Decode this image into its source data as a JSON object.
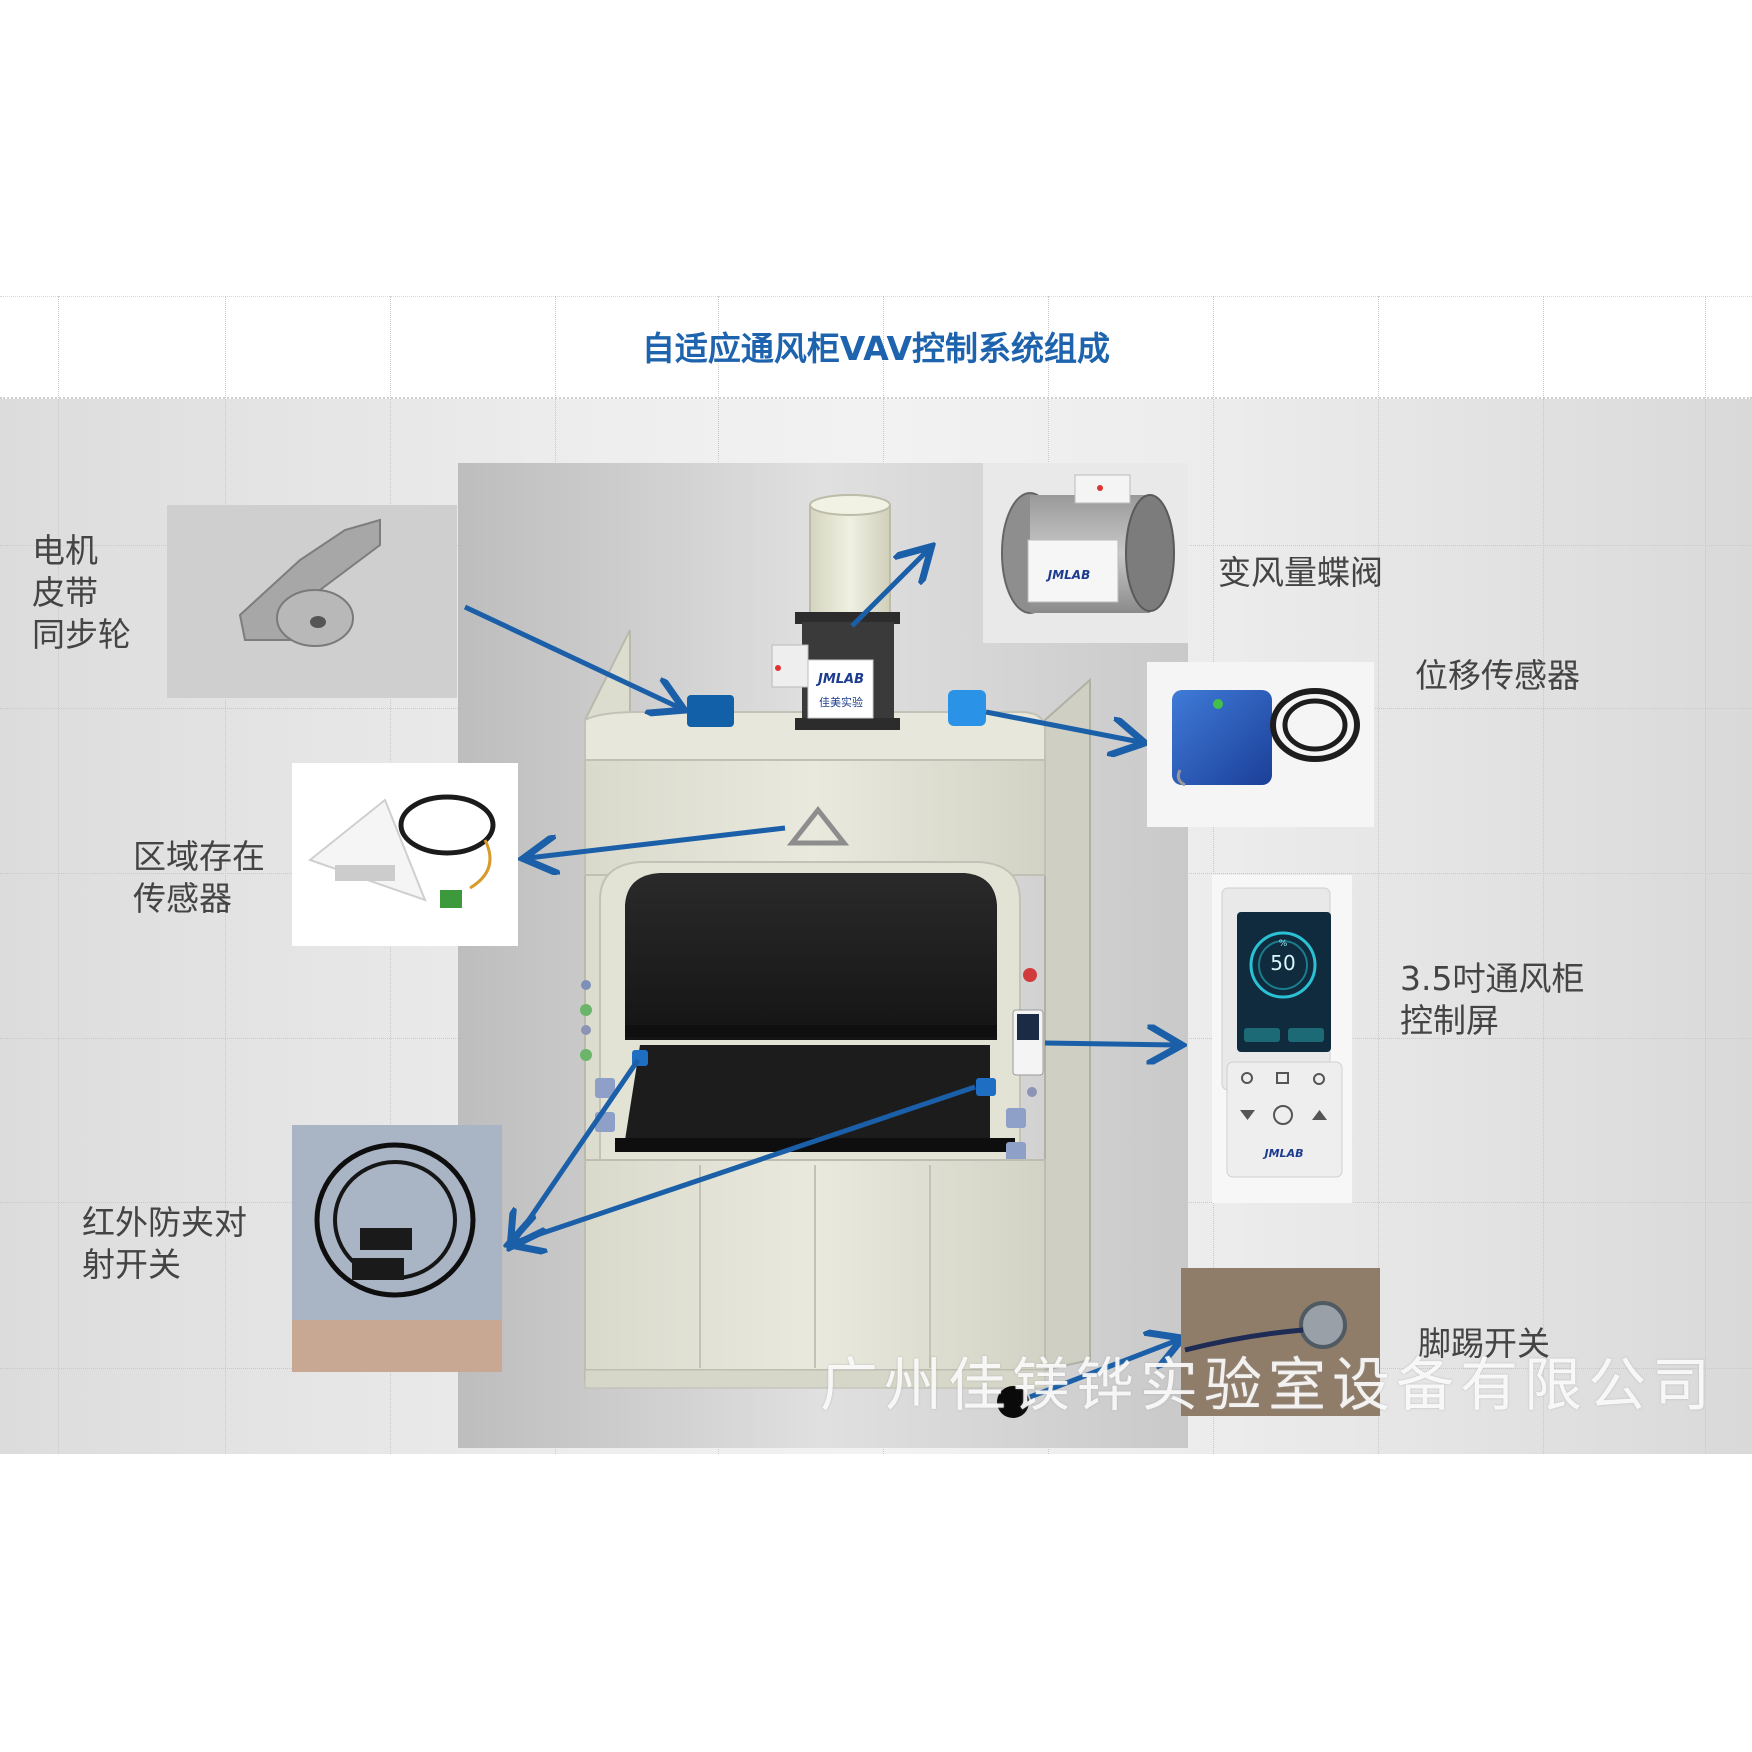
{
  "title": "自适应通风柜VAV控制系统组成",
  "labels": {
    "motor": [
      "电机",
      "皮带",
      "同步轮"
    ],
    "zone_sensor": [
      "区域存在",
      "传感器"
    ],
    "infrared_switch": [
      "红外防夹对",
      "射开关"
    ],
    "vav_valve": "变风量蝶阀",
    "displacement_sensor": "位移传感器",
    "control_screen": [
      "3.5吋通风柜",
      "控制屏"
    ],
    "foot_switch": "脚踢开关"
  },
  "screen": {
    "value": "50",
    "unit": "%"
  },
  "brand_mark": "JMLAB",
  "brand_cn": "佳美实验",
  "watermark": "广州佳镁铧实验室设备有限公司",
  "colors": {
    "title": "#1d63ad",
    "arrow": "#1a5fa8",
    "label": "#444444",
    "sensor_dark": "#1261a8",
    "sensor_light": "#2a93e8"
  }
}
